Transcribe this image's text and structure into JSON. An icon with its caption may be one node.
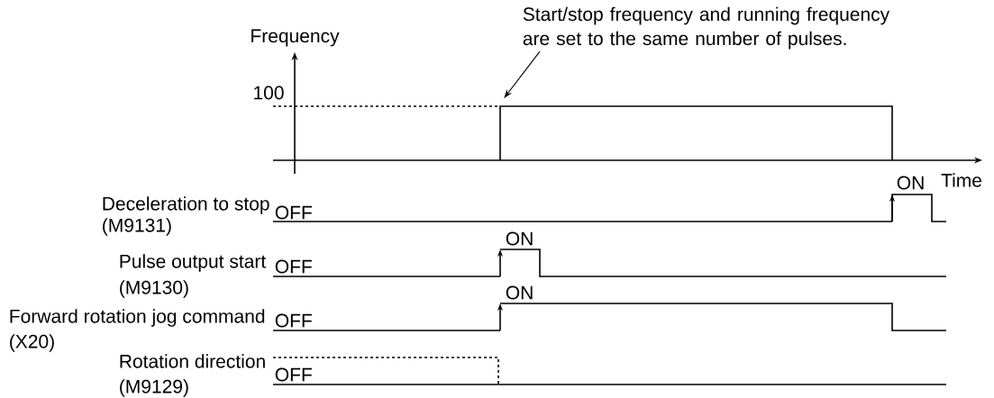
{
  "diagram": {
    "nodes": [
      {
        "text": [
          "Start/stop frequency and running frequency are set to the same number of pulses."
        ]
      },
      {
        "text": [],
        "shape": "box"
      }
    ],
    "edges": [
      {
        "from": 0,
        "to": 1,
        "arrow": "to"
      }
    ],
    "labels": [
      "Frequency",
      "100",
      "ON",
      "Time",
      "Deceleration to stop",
      "OFF",
      "(M9131)",
      "ON",
      "Pulse output start",
      "OFF",
      "(M9130)",
      "ON",
      "Forward rotation jog command",
      "OFF",
      "(X20)",
      "Rotation direction",
      "OFF",
      "(M9129)"
    ]
  }
}
